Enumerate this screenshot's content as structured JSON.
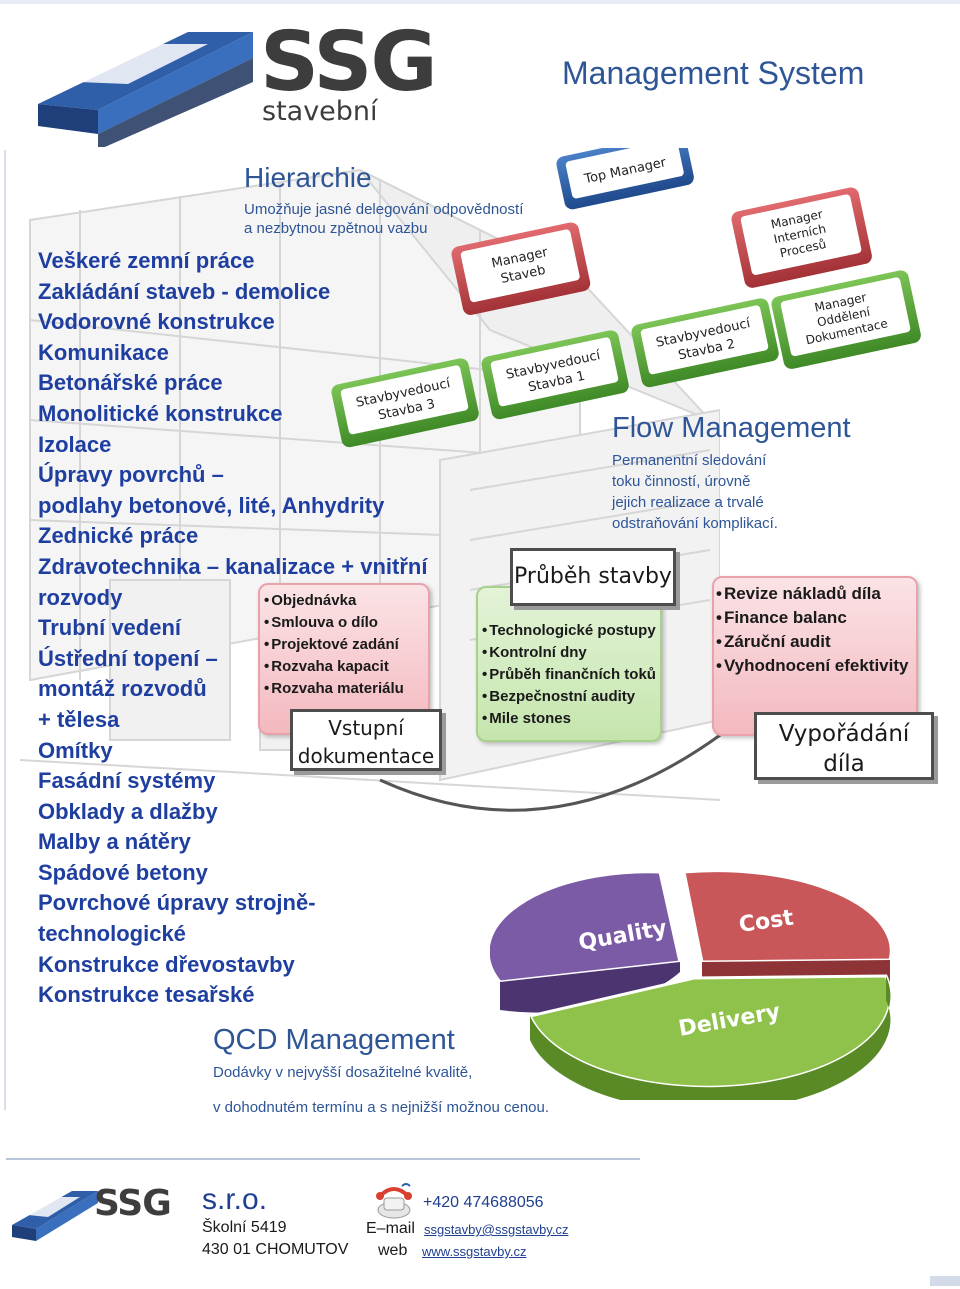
{
  "header": {
    "logo_main": "SSG",
    "logo_sub": "stavební",
    "title": "Management System"
  },
  "hierarchy": {
    "title": "Hierarchie",
    "subtitle_line1": "Umožňuje jasné delegování odpovědností",
    "subtitle_line2": "a nezbytnou zpětnou vazbu"
  },
  "services": [
    "Veškeré zemní práce",
    "Zakládání staveb - demolice",
    "Vodorovné konstrukce",
    "Komunikace",
    "Betonářské práce",
    "Monolitické konstrukce",
    "Izolace",
    "Úpravy povrchů –",
    "podlahy betonové, lité, Anhydrity",
    "Zednické práce",
    "Zdravotechnika – kanalizace + vnitřní",
    "rozvody",
    "Trubní vedení",
    "Ústřední topení –",
    "montáž rozvodů",
    "+ tělesa",
    "Omítky",
    "Fasádní systémy",
    "Obklady a dlažby",
    "Malby a nátěry",
    "Spádové betony",
    "Povrchové úpravy strojně-",
    "technologické",
    "Konstrukce dřevostavby",
    "Konstrukce tesařské"
  ],
  "org_chart": {
    "top_manager": "Top Manager",
    "manager_staveb": [
      "Manager",
      "Staveb"
    ],
    "manager_interni": [
      "Manager",
      "Interních",
      "Procesů"
    ],
    "manager_oddeleni": [
      "Manager",
      "Oddělení",
      "Dokumentace"
    ],
    "stavba1": [
      "Stavbyvedoucí",
      "Stavba 1"
    ],
    "stavba2": [
      "Stavbyvedoucí",
      "Stavba 2"
    ],
    "stavba3": [
      "Stavbyvedoucí",
      "Stavba 3"
    ],
    "colors": {
      "top": "#2f5fa8",
      "manager": "#c94a4e",
      "stavba": "#5aa43c"
    }
  },
  "flow": {
    "title": "Flow Management",
    "subtitle_line1": "Permanentní sledování",
    "subtitle_line2": "toku činností, úrovně",
    "subtitle_line3": "jejich realizace a trvalé",
    "subtitle_line4": "odstraňování komplikací."
  },
  "boxes": {
    "input": {
      "items": [
        "Objednávka",
        "Smlouva o dílo",
        "Projektové zadání",
        "Rozvaha kapacit",
        "Rozvaha materiálu"
      ],
      "label_line1": "Vstupní",
      "label_line2": "dokumentace"
    },
    "progress": {
      "label": "Průběh stavby",
      "items": [
        "Technologické postupy",
        "Kontrolní dny",
        "Průběh finančních toků",
        "Bezpečnostní audity",
        "Mile stones"
      ]
    },
    "settlement": {
      "items": [
        "Revize nákladů díla",
        "Finance balanc",
        "Záruční audit",
        "Vyhodnocení efektivity"
      ],
      "label_line1": "Vypořádání",
      "label_line2": "díla"
    }
  },
  "qcd_pie": {
    "segments": [
      {
        "label": "Quality",
        "color": "#7b5aa6"
      },
      {
        "label": "Cost",
        "color": "#c9575a"
      },
      {
        "label": "Delivery",
        "color": "#8fc24a"
      }
    ]
  },
  "qcd": {
    "title": "QCD Management",
    "subtitle_line1": "Dodávky v nejvyšší dosažitelné kvalitě,",
    "subtitle_line2": "v dohodnutém termínu a s nejnižší možnou cenou."
  },
  "footer": {
    "logo": "SSG",
    "company_suffix": "s.r.o.",
    "street": "Školní 5419",
    "city": "430 01 CHOMUTOV",
    "phone": "+420 474688056",
    "email_label": "E–mail",
    "email": "ssgstavby@ssgstavby.cz",
    "web_label": "web",
    "web": "www.ssgstavby.cz"
  }
}
